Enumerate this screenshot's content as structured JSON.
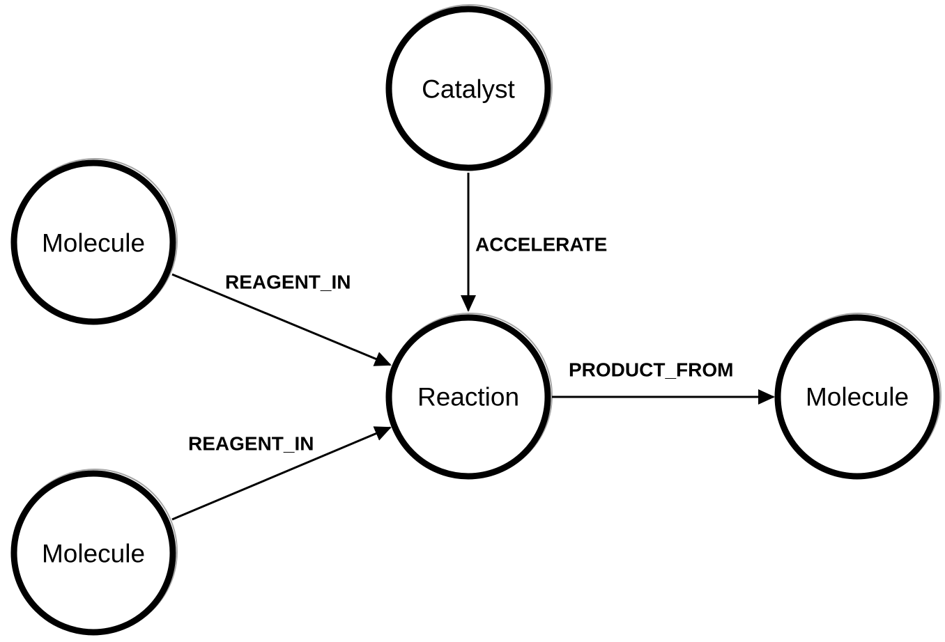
{
  "diagram": {
    "nodes": {
      "catalyst": {
        "label": "Catalyst"
      },
      "molecule_top": {
        "label": "Molecule"
      },
      "molecule_bottom": {
        "label": "Molecule"
      },
      "reaction": {
        "label": "Reaction"
      },
      "molecule_right": {
        "label": "Molecule"
      }
    },
    "edges": {
      "accelerate": {
        "label": "ACCELERATE",
        "from": "Catalyst",
        "to": "Reaction"
      },
      "reagent_in_top": {
        "label": "REAGENT_IN",
        "from": "Molecule",
        "to": "Reaction"
      },
      "reagent_in_bottom": {
        "label": "REAGENT_IN",
        "from": "Molecule",
        "to": "Reaction"
      },
      "product_from": {
        "label": "PRODUCT_FROM",
        "from": "Reaction",
        "to": "Molecule"
      }
    },
    "colors": {
      "stroke": "#000000",
      "background": "#ffffff"
    }
  }
}
